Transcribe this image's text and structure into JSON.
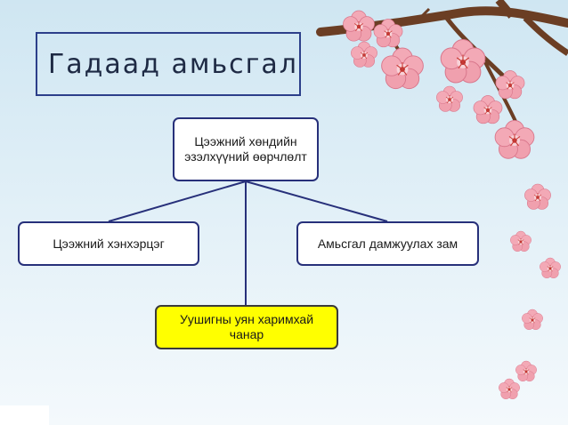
{
  "title": "Гадаад амьсгал",
  "nodes": {
    "root": "Цээжний хөндийн эзэлхүүний өөрчлөлт",
    "left": "Цээжний хэнхэрцэг",
    "right": "Амьсгал дамжуулах зам",
    "bottom": "Уушигны уян харимхай чанар"
  },
  "colors": {
    "background": "#d6e9f4",
    "border": "#27307a",
    "highlight": "#ffff00",
    "blossom": "#f3a6b4",
    "branch": "#6b3e24"
  },
  "decoration": [
    "cherry-blossom-branch"
  ]
}
